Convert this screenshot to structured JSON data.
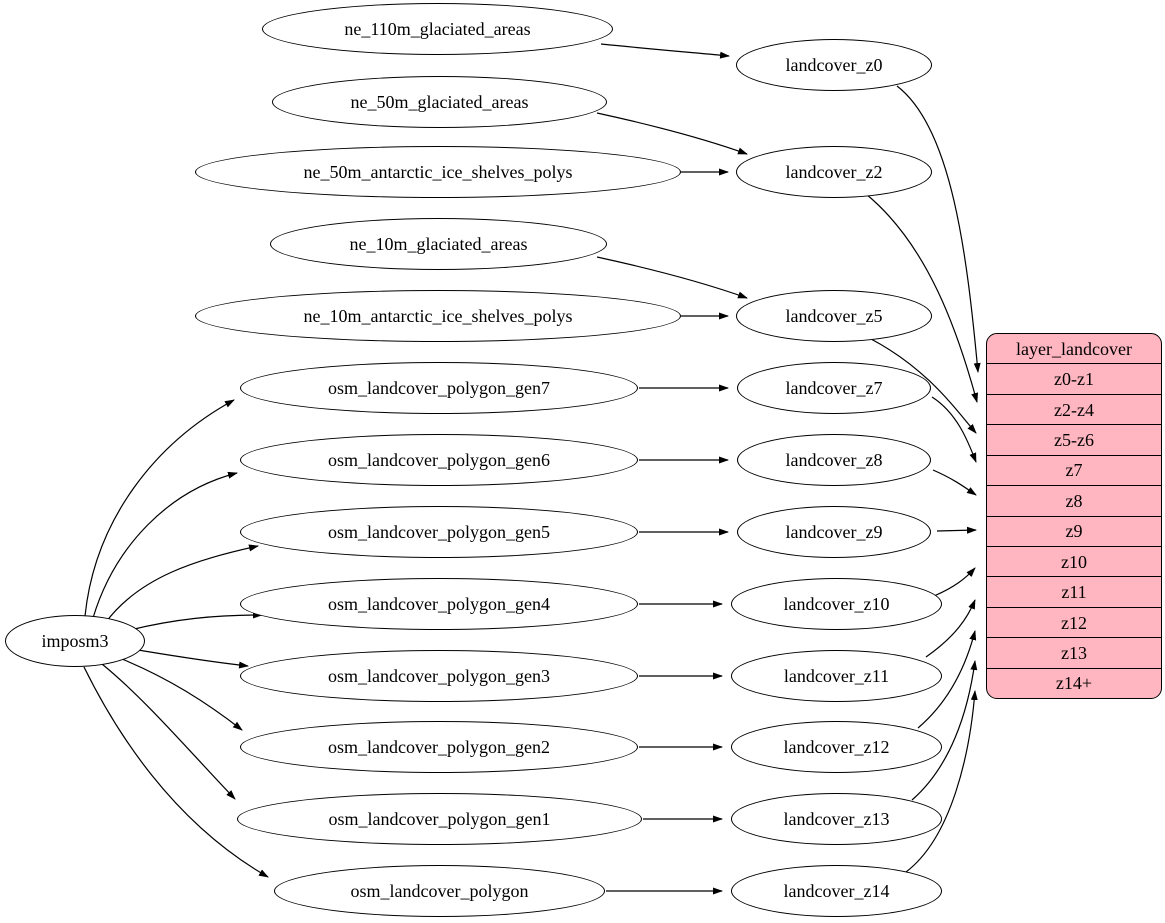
{
  "diagram": {
    "kind": "graphviz-dependency-graph",
    "direction": "left-to-right",
    "node_fill": "#ffffff",
    "record_fill": "#ffb6c1",
    "stroke": "#000000"
  },
  "nodes": {
    "imposm3": "imposm3",
    "ne_110m_glaciated_areas": "ne_110m_glaciated_areas",
    "ne_50m_glaciated_areas": "ne_50m_glaciated_areas",
    "ne_50m_antarctic_ice_shelves_polys": "ne_50m_antarctic_ice_shelves_polys",
    "ne_10m_glaciated_areas": "ne_10m_glaciated_areas",
    "ne_10m_antarctic_ice_shelves_polys": "ne_10m_antarctic_ice_shelves_polys",
    "osm_landcover_polygon_gen7": "osm_landcover_polygon_gen7",
    "osm_landcover_polygon_gen6": "osm_landcover_polygon_gen6",
    "osm_landcover_polygon_gen5": "osm_landcover_polygon_gen5",
    "osm_landcover_polygon_gen4": "osm_landcover_polygon_gen4",
    "osm_landcover_polygon_gen3": "osm_landcover_polygon_gen3",
    "osm_landcover_polygon_gen2": "osm_landcover_polygon_gen2",
    "osm_landcover_polygon_gen1": "osm_landcover_polygon_gen1",
    "osm_landcover_polygon": "osm_landcover_polygon",
    "landcover_z0": "landcover_z0",
    "landcover_z2": "landcover_z2",
    "landcover_z5": "landcover_z5",
    "landcover_z7": "landcover_z7",
    "landcover_z8": "landcover_z8",
    "landcover_z9": "landcover_z9",
    "landcover_z10": "landcover_z10",
    "landcover_z11": "landcover_z11",
    "landcover_z12": "landcover_z12",
    "landcover_z13": "landcover_z13",
    "landcover_z14": "landcover_z14"
  },
  "table": {
    "header": "layer_landcover",
    "rows": [
      "z0-z1",
      "z2-z4",
      "z5-z6",
      "z7",
      "z8",
      "z9",
      "z10",
      "z11",
      "z12",
      "z13",
      "z14+"
    ]
  },
  "edges": [
    {
      "from": "ne_110m_glaciated_areas",
      "to": "landcover_z0"
    },
    {
      "from": "ne_50m_glaciated_areas",
      "to": "landcover_z2"
    },
    {
      "from": "ne_50m_antarctic_ice_shelves_polys",
      "to": "landcover_z2"
    },
    {
      "from": "ne_10m_glaciated_areas",
      "to": "landcover_z5"
    },
    {
      "from": "ne_10m_antarctic_ice_shelves_polys",
      "to": "landcover_z5"
    },
    {
      "from": "imposm3",
      "to": "osm_landcover_polygon_gen7"
    },
    {
      "from": "imposm3",
      "to": "osm_landcover_polygon_gen6"
    },
    {
      "from": "imposm3",
      "to": "osm_landcover_polygon_gen5"
    },
    {
      "from": "imposm3",
      "to": "osm_landcover_polygon_gen4"
    },
    {
      "from": "imposm3",
      "to": "osm_landcover_polygon_gen3"
    },
    {
      "from": "imposm3",
      "to": "osm_landcover_polygon_gen2"
    },
    {
      "from": "imposm3",
      "to": "osm_landcover_polygon_gen1"
    },
    {
      "from": "imposm3",
      "to": "osm_landcover_polygon"
    },
    {
      "from": "osm_landcover_polygon_gen7",
      "to": "landcover_z7"
    },
    {
      "from": "osm_landcover_polygon_gen6",
      "to": "landcover_z8"
    },
    {
      "from": "osm_landcover_polygon_gen5",
      "to": "landcover_z9"
    },
    {
      "from": "osm_landcover_polygon_gen4",
      "to": "landcover_z10"
    },
    {
      "from": "osm_landcover_polygon_gen3",
      "to": "landcover_z11"
    },
    {
      "from": "osm_landcover_polygon_gen2",
      "to": "landcover_z12"
    },
    {
      "from": "osm_landcover_polygon_gen1",
      "to": "landcover_z13"
    },
    {
      "from": "osm_landcover_polygon",
      "to": "landcover_z14"
    },
    {
      "from": "landcover_z0",
      "to": "layer_landcover.z0-z1"
    },
    {
      "from": "landcover_z2",
      "to": "layer_landcover.z2-z4"
    },
    {
      "from": "landcover_z5",
      "to": "layer_landcover.z5-z6"
    },
    {
      "from": "landcover_z7",
      "to": "layer_landcover.z7"
    },
    {
      "from": "landcover_z8",
      "to": "layer_landcover.z8"
    },
    {
      "from": "landcover_z9",
      "to": "layer_landcover.z9"
    },
    {
      "from": "landcover_z10",
      "to": "layer_landcover.z10"
    },
    {
      "from": "landcover_z11",
      "to": "layer_landcover.z11"
    },
    {
      "from": "landcover_z12",
      "to": "layer_landcover.z12"
    },
    {
      "from": "landcover_z13",
      "to": "layer_landcover.z13"
    },
    {
      "from": "landcover_z14",
      "to": "layer_landcover.z14+"
    }
  ]
}
